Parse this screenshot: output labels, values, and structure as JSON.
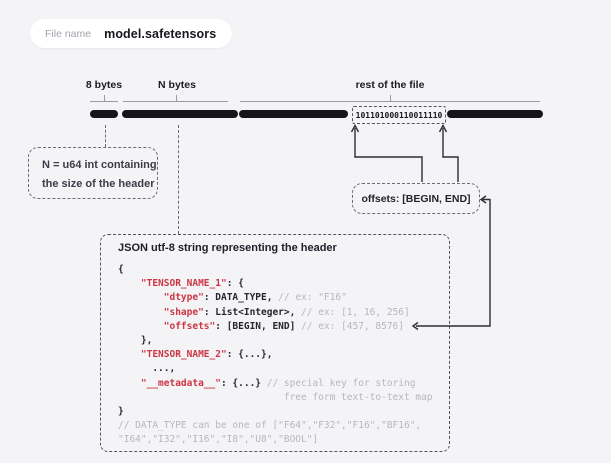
{
  "colors": {
    "background": "#f4f4f7",
    "bar_black": "#15151a",
    "ink": "#20202a",
    "key_red": "#cd3543",
    "comment_gray": "#b6b6be",
    "dashed_border": "#6b6b75",
    "bracket_gray": "#9a9aa2"
  },
  "file_pill": {
    "label": "File name",
    "value": "model.safetensors"
  },
  "segments": {
    "seg1_label": "8 bytes",
    "seg2_label": "N bytes",
    "seg3_label": "rest of the file"
  },
  "binary_segment": {
    "bits": "101101000110011110"
  },
  "n_note": {
    "line1": "N = u64 int containing",
    "line2": "the size of the header"
  },
  "offsets_note": {
    "text": "offsets: [BEGIN, END]"
  },
  "json_box": {
    "title": "JSON utf-8 string representing the header",
    "code_lines": [
      [
        {
          "t": "plain",
          "x": "{"
        }
      ],
      [
        {
          "t": "plain",
          "x": "    "
        },
        {
          "t": "key",
          "x": "\"TENSOR_NAME_1\""
        },
        {
          "t": "plain",
          "x": ": {"
        }
      ],
      [
        {
          "t": "plain",
          "x": "        "
        },
        {
          "t": "key",
          "x": "\"dtype\""
        },
        {
          "t": "plain",
          "x": ": DATA_TYPE, "
        },
        {
          "t": "comment",
          "x": "// ex: \"F16\""
        }
      ],
      [
        {
          "t": "plain",
          "x": "        "
        },
        {
          "t": "key",
          "x": "\"shape\""
        },
        {
          "t": "plain",
          "x": ": List<Integer>, "
        },
        {
          "t": "comment",
          "x": "// ex: [1, 16, 256]"
        }
      ],
      [
        {
          "t": "plain",
          "x": "        "
        },
        {
          "t": "key",
          "x": "\"offsets\""
        },
        {
          "t": "plain",
          "x": ": [BEGIN, END] "
        },
        {
          "t": "comment",
          "x": "// ex: [457, 8576]"
        }
      ],
      [
        {
          "t": "plain",
          "x": "    },"
        }
      ],
      [
        {
          "t": "plain",
          "x": "    "
        },
        {
          "t": "key",
          "x": "\"TENSOR_NAME_2\""
        },
        {
          "t": "plain",
          "x": ": {...},"
        }
      ],
      [
        {
          "t": "plain",
          "x": "      ...,"
        }
      ],
      [
        {
          "t": "plain",
          "x": "    "
        },
        {
          "t": "key",
          "x": "\"__metadata__\""
        },
        {
          "t": "plain",
          "x": ": {...} "
        },
        {
          "t": "comment",
          "x": "// special key for storing"
        }
      ],
      [
        {
          "t": "comment",
          "x": "                             free form text-to-text map"
        }
      ],
      [
        {
          "t": "plain",
          "x": "}"
        }
      ],
      [
        {
          "t": "comment",
          "x": "// DATA_TYPE can be one of [\"F64\",\"F32\",\"F16\",\"BF16\","
        }
      ],
      [
        {
          "t": "comment",
          "x": "\"I64\",\"I32\",\"I16\",\"I8\",\"U8\",\"BOOL\"]"
        }
      ]
    ]
  }
}
